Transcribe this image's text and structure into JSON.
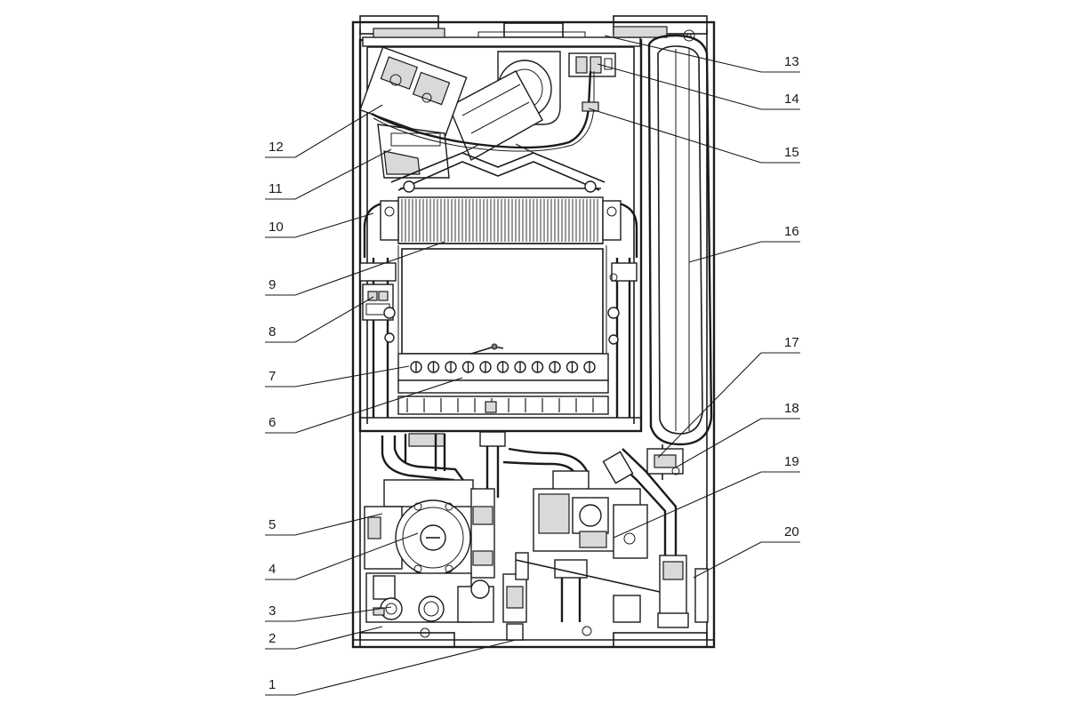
{
  "callouts": [
    {
      "id": "1"
    },
    {
      "id": "2"
    },
    {
      "id": "3"
    },
    {
      "id": "4"
    },
    {
      "id": "5"
    },
    {
      "id": "6"
    },
    {
      "id": "7"
    },
    {
      "id": "8"
    },
    {
      "id": "9"
    },
    {
      "id": "10"
    },
    {
      "id": "11"
    },
    {
      "id": "12"
    },
    {
      "id": "13"
    },
    {
      "id": "14"
    },
    {
      "id": "15"
    },
    {
      "id": "16"
    },
    {
      "id": "17"
    },
    {
      "id": "18"
    },
    {
      "id": "19"
    },
    {
      "id": "20"
    }
  ]
}
